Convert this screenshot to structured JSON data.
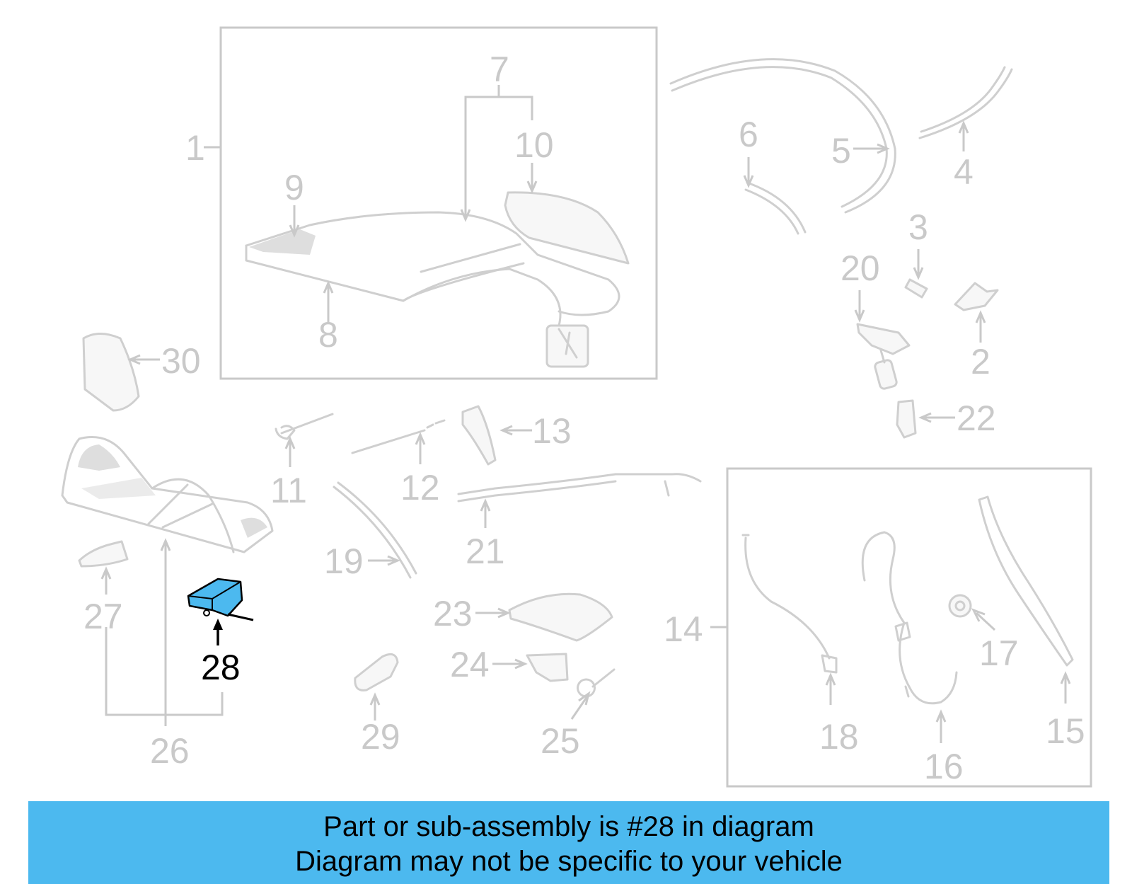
{
  "callouts": {
    "c1": "1",
    "c2": "2",
    "c3": "3",
    "c4": "4",
    "c5": "5",
    "c6": "6",
    "c7": "7",
    "c8": "8",
    "c9": "9",
    "c10": "10",
    "c11": "11",
    "c12": "12",
    "c13": "13",
    "c14": "14",
    "c15": "15",
    "c16": "16",
    "c17": "17",
    "c18": "18",
    "c19": "19",
    "c20": "20",
    "c21": "21",
    "c22": "22",
    "c23": "23",
    "c24": "24",
    "c25": "25",
    "c26": "26",
    "c27": "27",
    "c28": "28",
    "c29": "29",
    "c30": "30"
  },
  "highlighted_part": "28",
  "colors": {
    "highlight_fill": "#4cb9ef",
    "banner_background": "#4cb9ef",
    "line_gray": "#c9c9c9",
    "highlight_text": "#000000"
  },
  "banner": {
    "line1": "Part or sub-assembly is #28 in diagram",
    "line2": "Diagram may not be specific to your vehicle"
  }
}
